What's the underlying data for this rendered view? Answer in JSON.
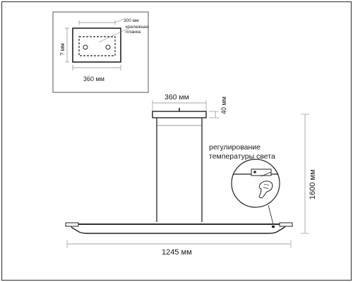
{
  "inset": {
    "width_label": "300 мм",
    "bracket_label_line1": "крепежная",
    "bracket_label_line2": "планка",
    "height_label": "? мм",
    "canopy_width_label": "360 мм"
  },
  "main": {
    "canopy_width_label": "360 мм",
    "canopy_height_label": "40 мм",
    "total_height_label": "1600 мм",
    "total_width_label": "1245 мм",
    "callout_line1": "регулирование",
    "callout_line2": "температуры света"
  },
  "colors": {
    "line": "#333333",
    "light": "#888888",
    "frame": "#444444"
  }
}
